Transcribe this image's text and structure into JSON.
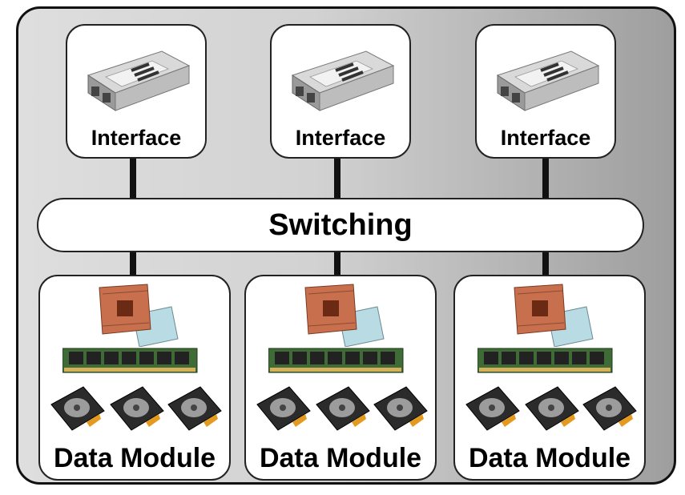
{
  "interfaces": [
    {
      "label": "Interface",
      "icon": "transceiver-module-icon"
    },
    {
      "label": "Interface",
      "icon": "transceiver-module-icon"
    },
    {
      "label": "Interface",
      "icon": "transceiver-module-icon"
    }
  ],
  "switching": {
    "label": "Switching"
  },
  "data_modules": [
    {
      "label": "Data Module",
      "icons": [
        "cpu-chip-icon",
        "ram-stick-icon",
        "hard-drive-icon",
        "hard-drive-icon",
        "hard-drive-icon"
      ]
    },
    {
      "label": "Data Module",
      "icons": [
        "cpu-chip-icon",
        "ram-stick-icon",
        "hard-drive-icon",
        "hard-drive-icon",
        "hard-drive-icon"
      ]
    },
    {
      "label": "Data Module",
      "icons": [
        "cpu-chip-icon",
        "ram-stick-icon",
        "hard-drive-icon",
        "hard-drive-icon",
        "hard-drive-icon"
      ]
    }
  ],
  "colors": {
    "frame_gradient_light": "#dedede",
    "frame_gradient_dark": "#9e9e9e",
    "box_fill": "#ffffff",
    "connector": "#111111"
  }
}
